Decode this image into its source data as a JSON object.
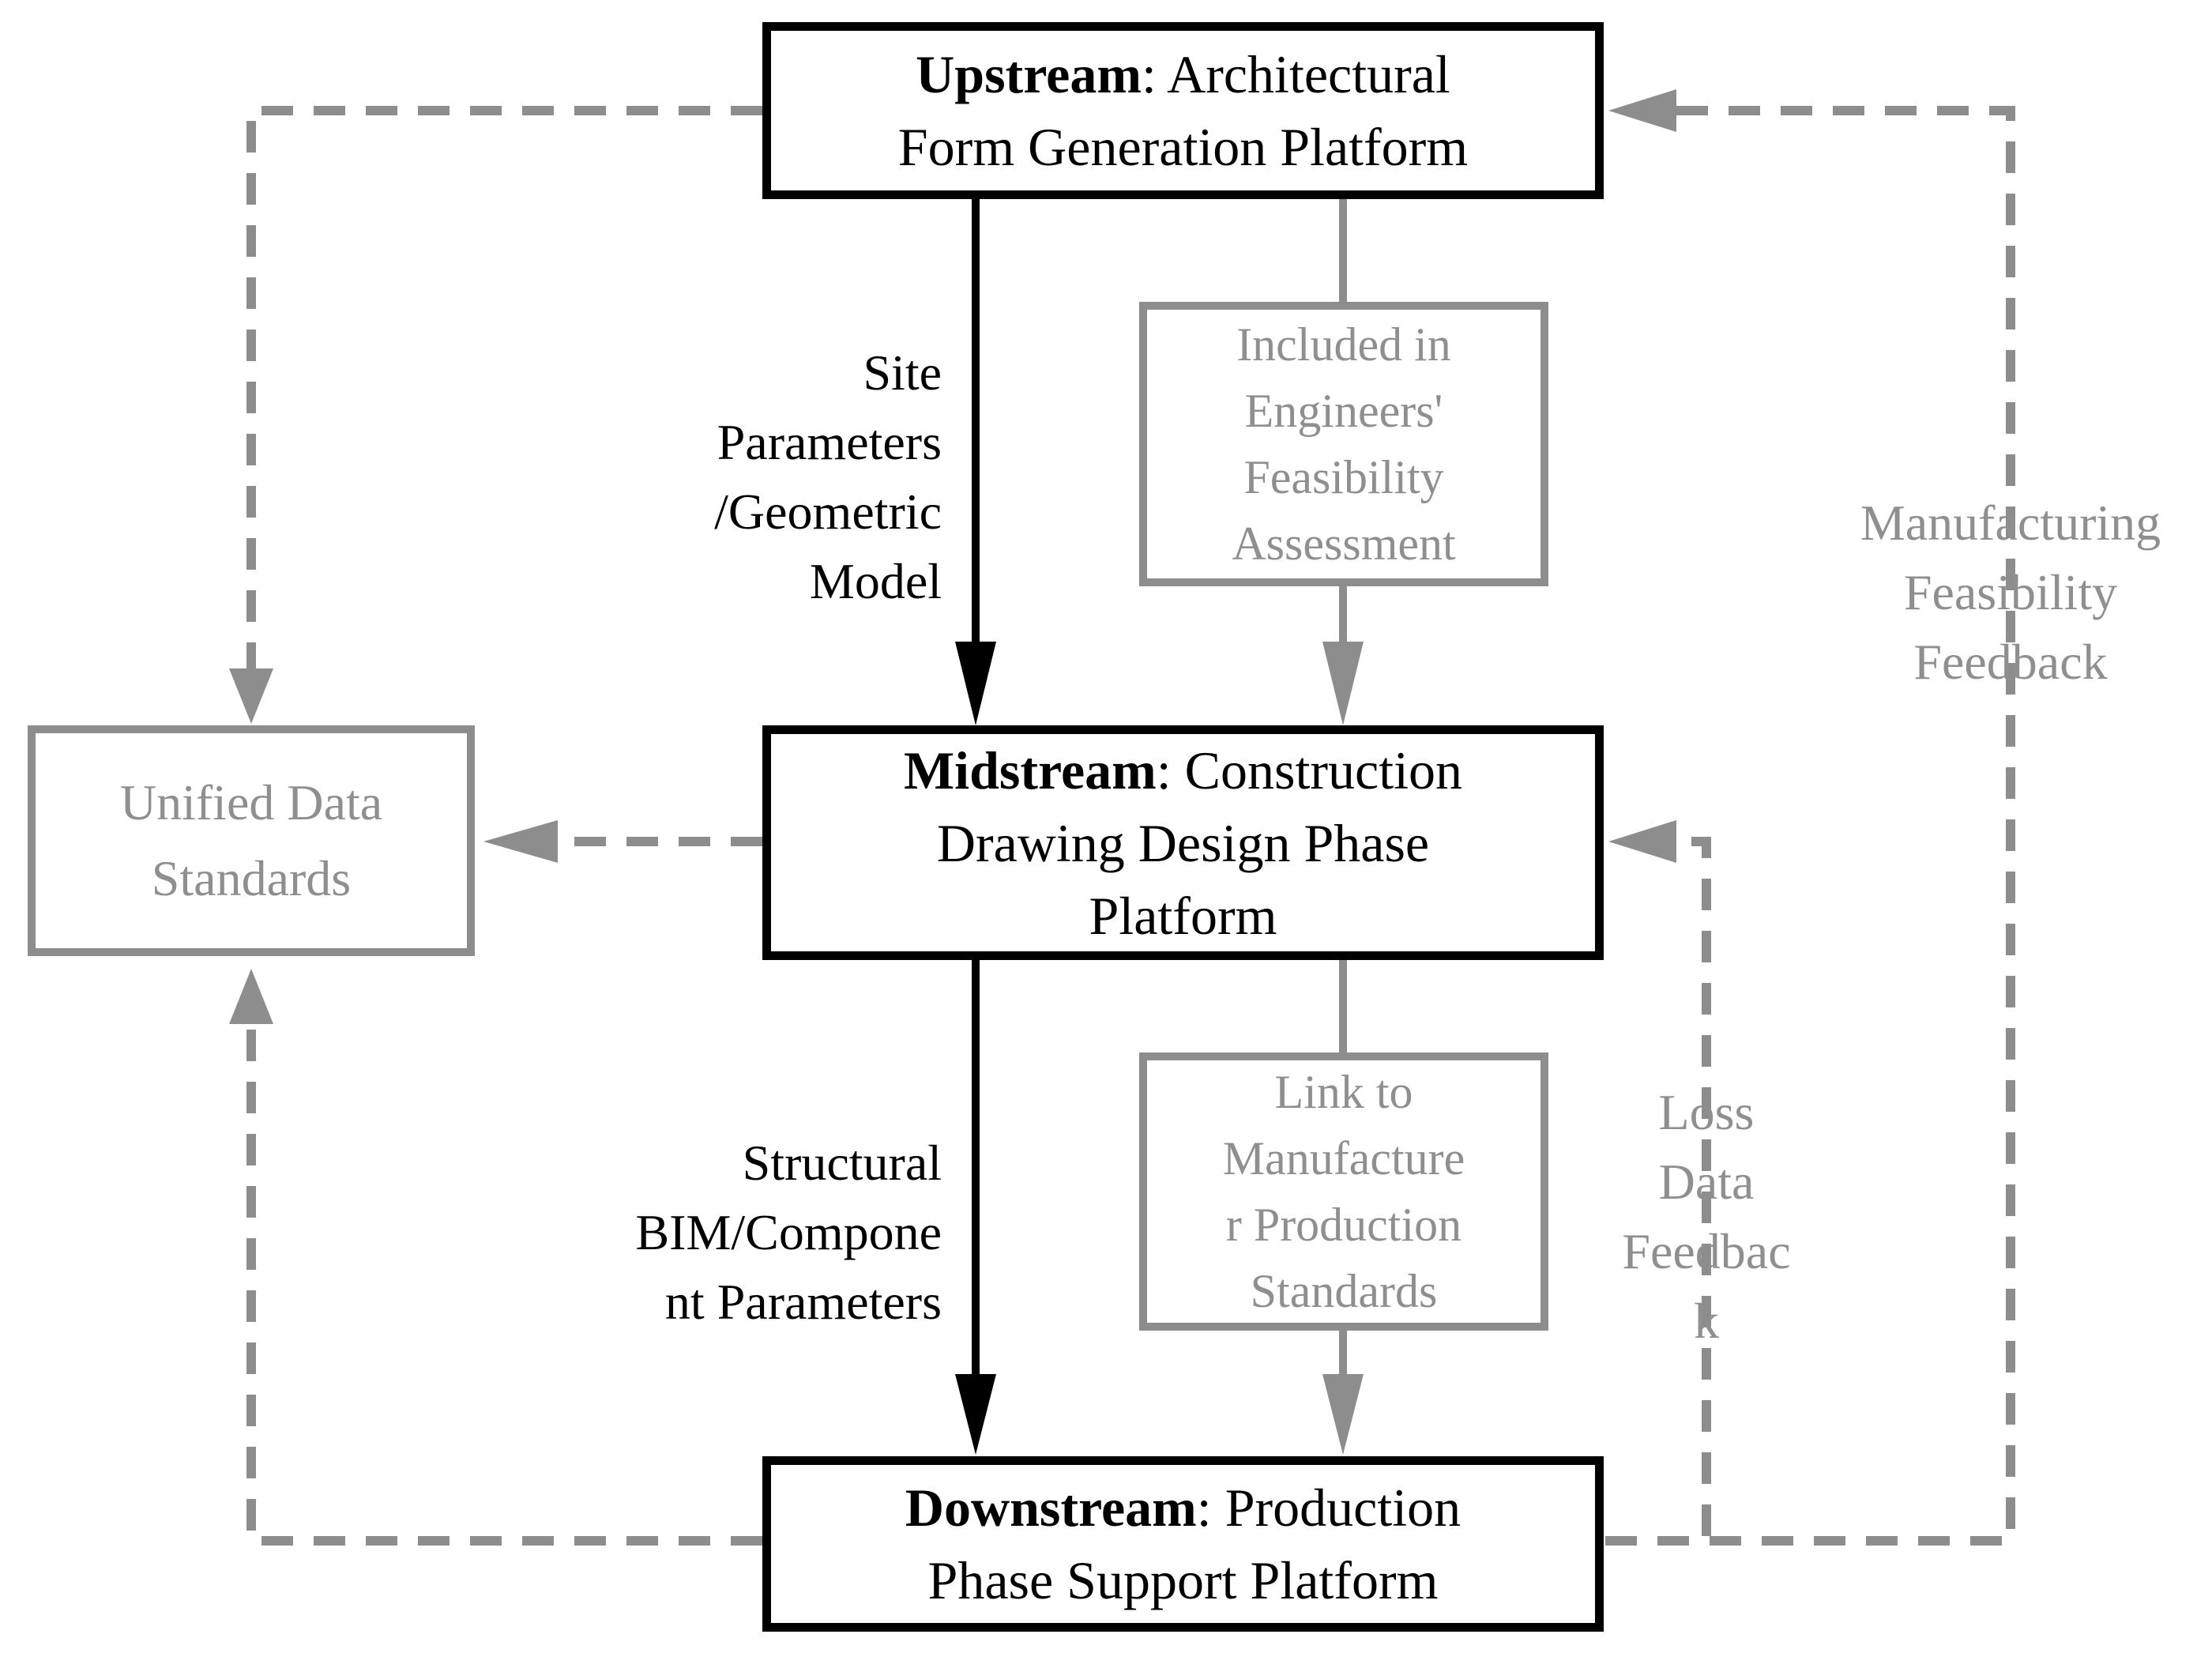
{
  "colors": {
    "black_line": "#000000",
    "gray_line": "#8d8d8d",
    "gray_text": "#8f8f8f"
  },
  "boxes": {
    "upstream": {
      "bold": "Upstream",
      "line1_rest": ": Architectural",
      "line2": "Form Generation Platform"
    },
    "midstream": {
      "bold": "Midstream",
      "line1_rest": ": Construction",
      "line2": "Drawing Design Phase",
      "line3": "Platform"
    },
    "downstream": {
      "bold": "Downstream",
      "line1_rest": ": Production",
      "line2": "Phase Support Platform"
    },
    "unified": {
      "lines": [
        "Unified Data",
        "Standards"
      ]
    },
    "included": {
      "lines": [
        "Included in",
        "Engineers'",
        "Feasibility",
        "Assessment"
      ]
    },
    "link": {
      "lines": [
        "Link to",
        "Manufacture",
        "r Production",
        "Standards"
      ]
    }
  },
  "labels": {
    "site": {
      "lines": [
        "Site",
        "Parameters",
        "/Geometric",
        "Model"
      ]
    },
    "structural": {
      "lines": [
        "Structural",
        "BIM/Compone",
        "nt Parameters"
      ]
    },
    "manufacturing": {
      "lines": [
        "Manufacturing",
        "Feasibility",
        "Feedback"
      ]
    },
    "loss": {
      "lines": [
        "Loss",
        "Data",
        "Feedbac",
        "k"
      ]
    }
  }
}
